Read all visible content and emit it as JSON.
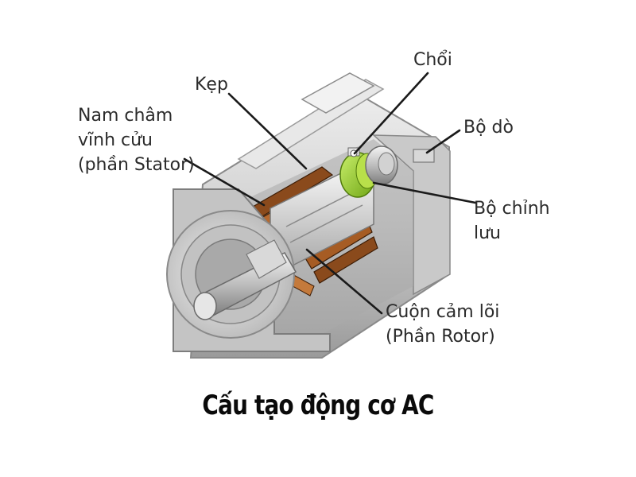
{
  "labels": {
    "kep": "Kẹp",
    "nam_cham": [
      "Nam châm",
      "vĩnh cửu",
      "(phần Stator)"
    ],
    "choi": "Chổi",
    "bo_do": "Bộ dò",
    "bo_chinh_luu": [
      "Bộ chỉnh",
      "lưu"
    ],
    "cuon_cam": [
      "Cuộn cảm lõi",
      "(Phần Rotor)"
    ]
  },
  "caption": "Cấu tạo động cơ AC",
  "colors": {
    "copper": "#8a4a1c",
    "copper_light": "#c47a3c",
    "commutator_green": "#9bd22a",
    "housing_light": "#dcdcdc",
    "housing_mid": "#b9b9b9",
    "housing_dark": "#8c8c8c",
    "leader_line": "#1a1a1a"
  }
}
